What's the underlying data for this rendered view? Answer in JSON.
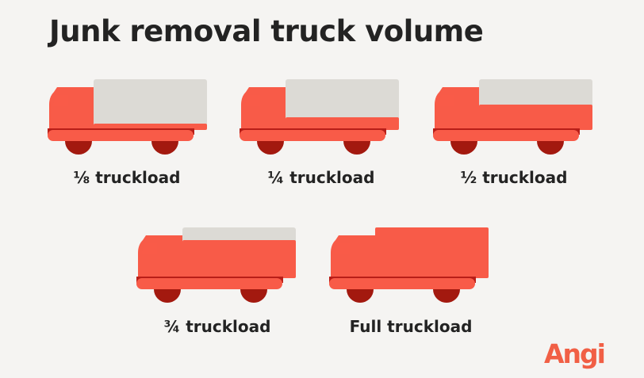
{
  "title": "Junk removal truck volume",
  "colors": {
    "truck_red": "#f85b48",
    "truck_dark": "#b81e18",
    "wheel": "#a3190f",
    "cargo_empty": "#dcdad5",
    "text": "#232323",
    "brand": "#f15f45",
    "background": "#f5f4f2"
  },
  "trucks": [
    {
      "label": "⅛ truckload",
      "fill_fraction": 0.125
    },
    {
      "label": "¼ truckload",
      "fill_fraction": 0.25
    },
    {
      "label": "½ truckload",
      "fill_fraction": 0.5
    },
    {
      "label": "¾ truckload",
      "fill_fraction": 0.75
    },
    {
      "label": "Full truckload",
      "fill_fraction": 1.0
    }
  ],
  "brand": {
    "logo_text": "Angi"
  }
}
